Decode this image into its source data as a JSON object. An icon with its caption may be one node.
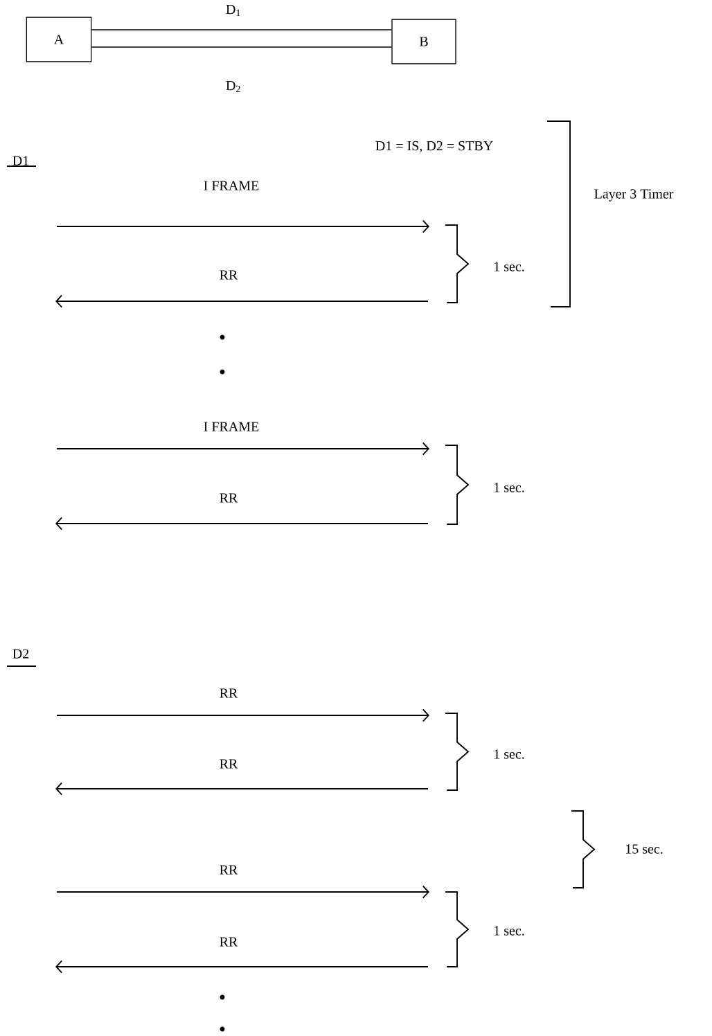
{
  "diagram": {
    "nodes": [
      {
        "text": [
          "A"
        ]
      },
      {
        "text": [
          "B"
        ]
      }
    ],
    "edges": [
      {
        "from": 0,
        "to": 1,
        "arrow": "none",
        "label": "D$_{1}$"
      },
      {
        "from": 0,
        "to": 1,
        "arrow": "none",
        "label": "D$_{2}$"
      }
    ],
    "labels": [
      "D1",
      "D1 = IS, D2 = STBY",
      "Layer 3 Timer",
      "I FRAME",
      "1 sec.",
      "RR",
      "I FRAME",
      "1 sec.",
      "RR",
      "D2",
      "RR",
      "1 sec.",
      "RR",
      "15 sec.",
      "RR",
      "1 sec.",
      "RR"
    ]
  }
}
